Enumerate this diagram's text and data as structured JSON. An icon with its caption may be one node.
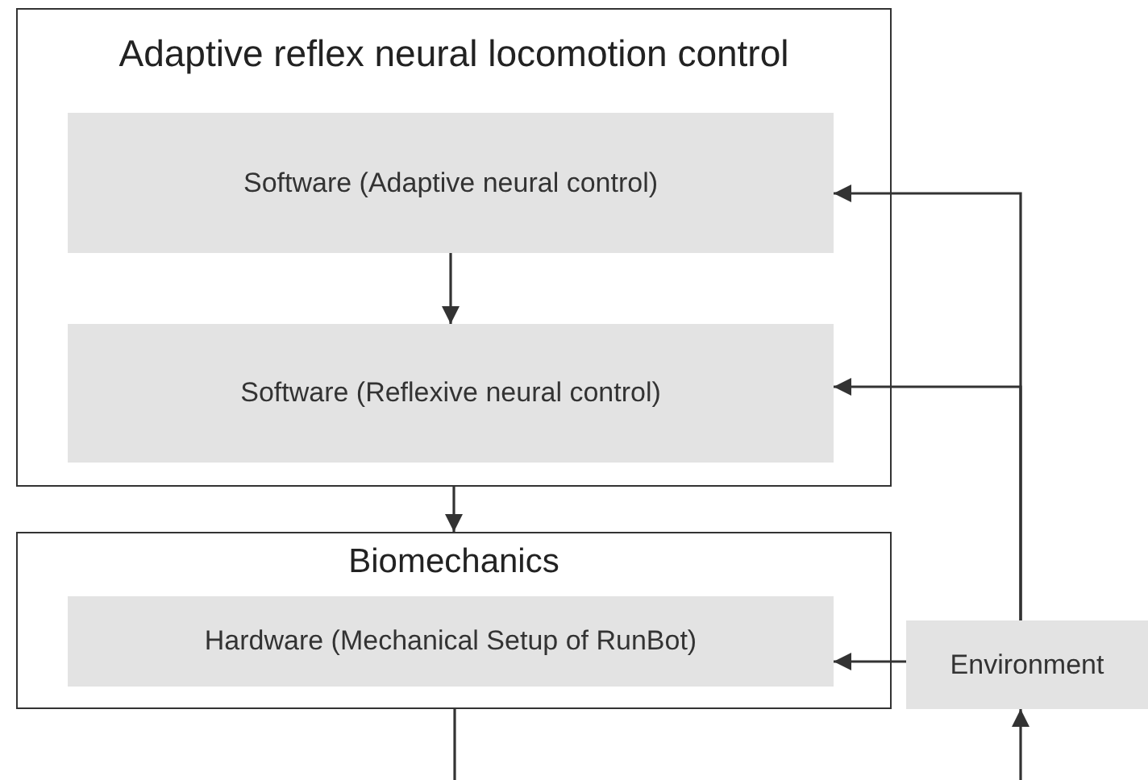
{
  "diagram": {
    "nodes": [
      {
        "text": [
          "Adaptive reflex neural locomotion control"
        ]
      },
      {
        "text": [
          "Software (Adaptive neural control)"
        ],
        "in": 0
      },
      {
        "text": [
          "Software (Reflexive neural control)"
        ],
        "in": 0
      },
      {
        "text": [
          "Biomechanics"
        ]
      },
      {
        "text": [
          "Hardware (Mechanical Setup of RunBot)"
        ],
        "in": 3
      },
      {
        "text": [
          "Environment"
        ]
      }
    ],
    "edges": [
      {
        "from": 1,
        "to": 2,
        "arrow": "to"
      },
      {
        "from": 0,
        "to": 3,
        "arrow": "to"
      },
      {
        "from": 5,
        "to": 4,
        "arrow": "to"
      },
      {
        "from": 5,
        "to": 1,
        "arrow": "to"
      },
      {
        "from": 5,
        "to": 2,
        "arrow": "to"
      },
      {
        "from": 3,
        "to": null,
        "arrow": "none"
      },
      {
        "from": null,
        "to": 5,
        "arrow": "to"
      }
    ]
  }
}
